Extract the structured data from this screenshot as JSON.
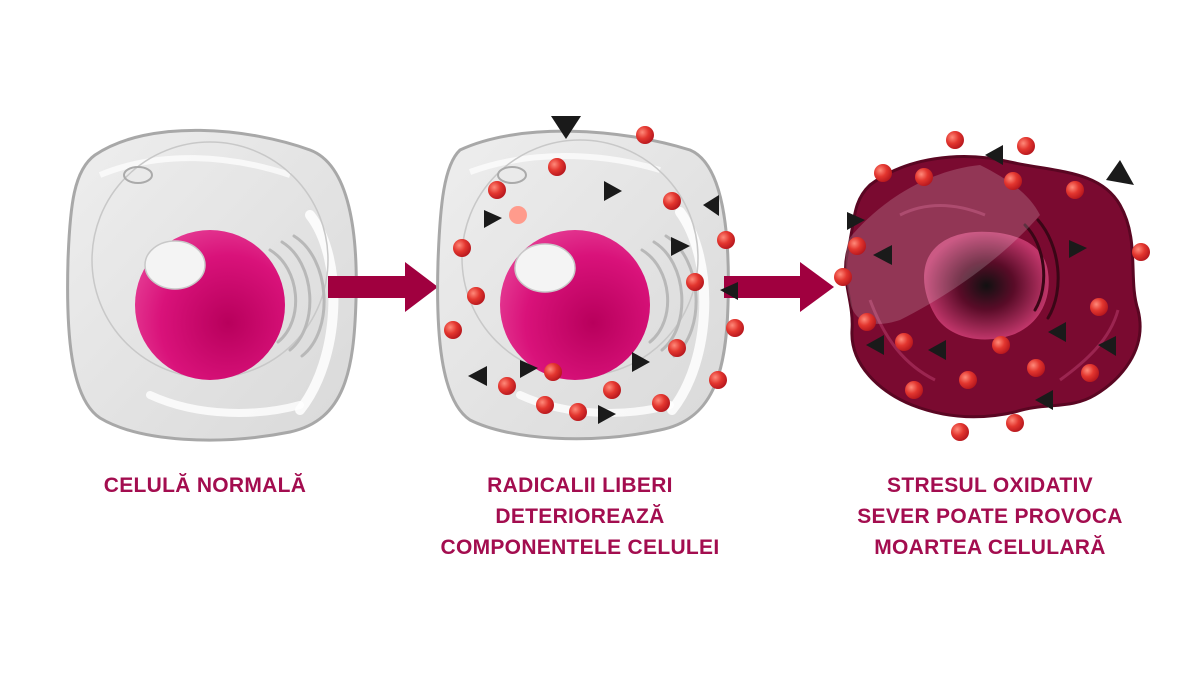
{
  "colors": {
    "label": "#a30d4f",
    "arrow": "#a0003f",
    "nucleus": "#d9127a",
    "radical": "#e3362f",
    "dying_cell": "#7a0a30",
    "triangle": "#1a1a1a"
  },
  "stages": [
    {
      "id": "normal",
      "caption_lines": [
        "CELULĂ NORMALĂ"
      ]
    },
    {
      "id": "damage",
      "caption_lines": [
        "RADICALII LIBERI",
        "DETERIOREAZĂ",
        "COMPONENTELE CELULEI"
      ]
    },
    {
      "id": "death",
      "caption_lines": [
        "STRESUL OXIDATIV",
        "SEVER POATE PROVOCA",
        "MOARTEA CELULARĂ"
      ]
    }
  ],
  "icons": [
    "normal-cell-icon",
    "damaged-cell-icon",
    "dying-cell-icon",
    "arrow-right-icon",
    "free-radical-icon",
    "oxidant-triangle-icon"
  ]
}
